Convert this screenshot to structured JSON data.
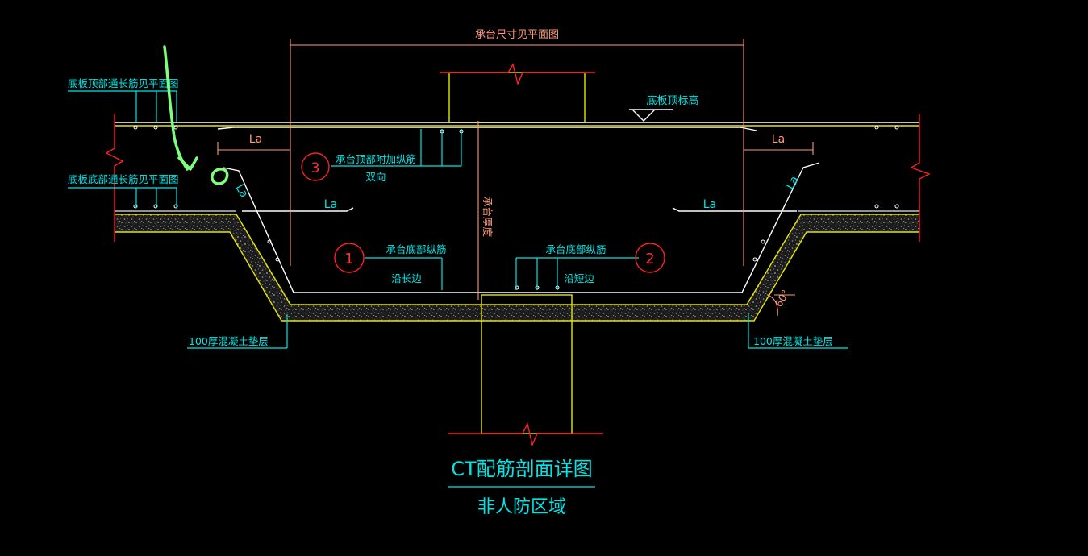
{
  "labels": {
    "cap_size": "承台尺寸见平面图",
    "slab_top_elev": "底板顶标高",
    "slab_top_rebar": "底板顶部通长筋见平面图",
    "slab_bottom_rebar": "底板底部通长筋见平面图",
    "la": "La",
    "item3_title": "承台顶部附加纵筋",
    "item3_sub": "双向",
    "cap_thickness": "承台厚度",
    "item1_title": "承台底部纵筋",
    "item1_sub": "沿长边",
    "item2_title": "承台底部纵筋",
    "item2_sub": "沿短边",
    "cushion_left": "100厚混凝土垫层",
    "cushion_right": "100厚混凝土垫层",
    "angle": "60°",
    "drawing_title": "CT配筋剖面详图",
    "drawing_subtitle": "非人防区域"
  },
  "markers": {
    "m1": "1",
    "m2": "2",
    "m3": "3"
  },
  "colors": {
    "background": "#000000",
    "text_cyan": "#00e5e5",
    "dimension_pink": "#ff9a7a",
    "rebar_white": "#ffffff",
    "concrete_yellow": "#e6e600",
    "marker_red": "#ff2020",
    "annotation_green": "#7dff7d"
  }
}
